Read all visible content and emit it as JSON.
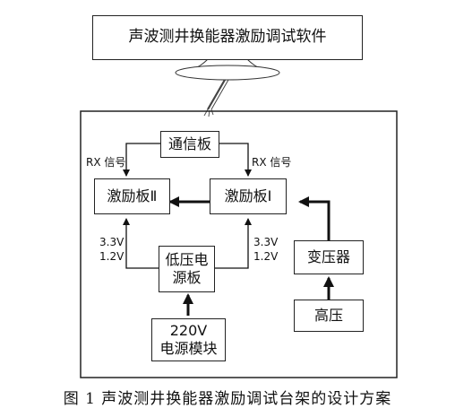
{
  "monitor": {
    "title": "声波测井换能器激励调试软件"
  },
  "nodes": {
    "comm_board": "通信板",
    "excite_2": "激励板Ⅱ",
    "excite_1": "激励板Ⅰ",
    "low_voltage_board": [
      "低压电",
      "源板"
    ],
    "transformer": "变压器",
    "high_voltage": "高压",
    "power_module": [
      "220V",
      "电源模块"
    ]
  },
  "labels": {
    "rx_left": "RX 信号",
    "rx_right": "RX 信号",
    "voltage_left": [
      "3.3V",
      "1.2V"
    ],
    "voltage_right": [
      "3.3V",
      "1.2V"
    ]
  },
  "caption": "图 1 声波测井换能器激励调试台架的设计方案"
}
